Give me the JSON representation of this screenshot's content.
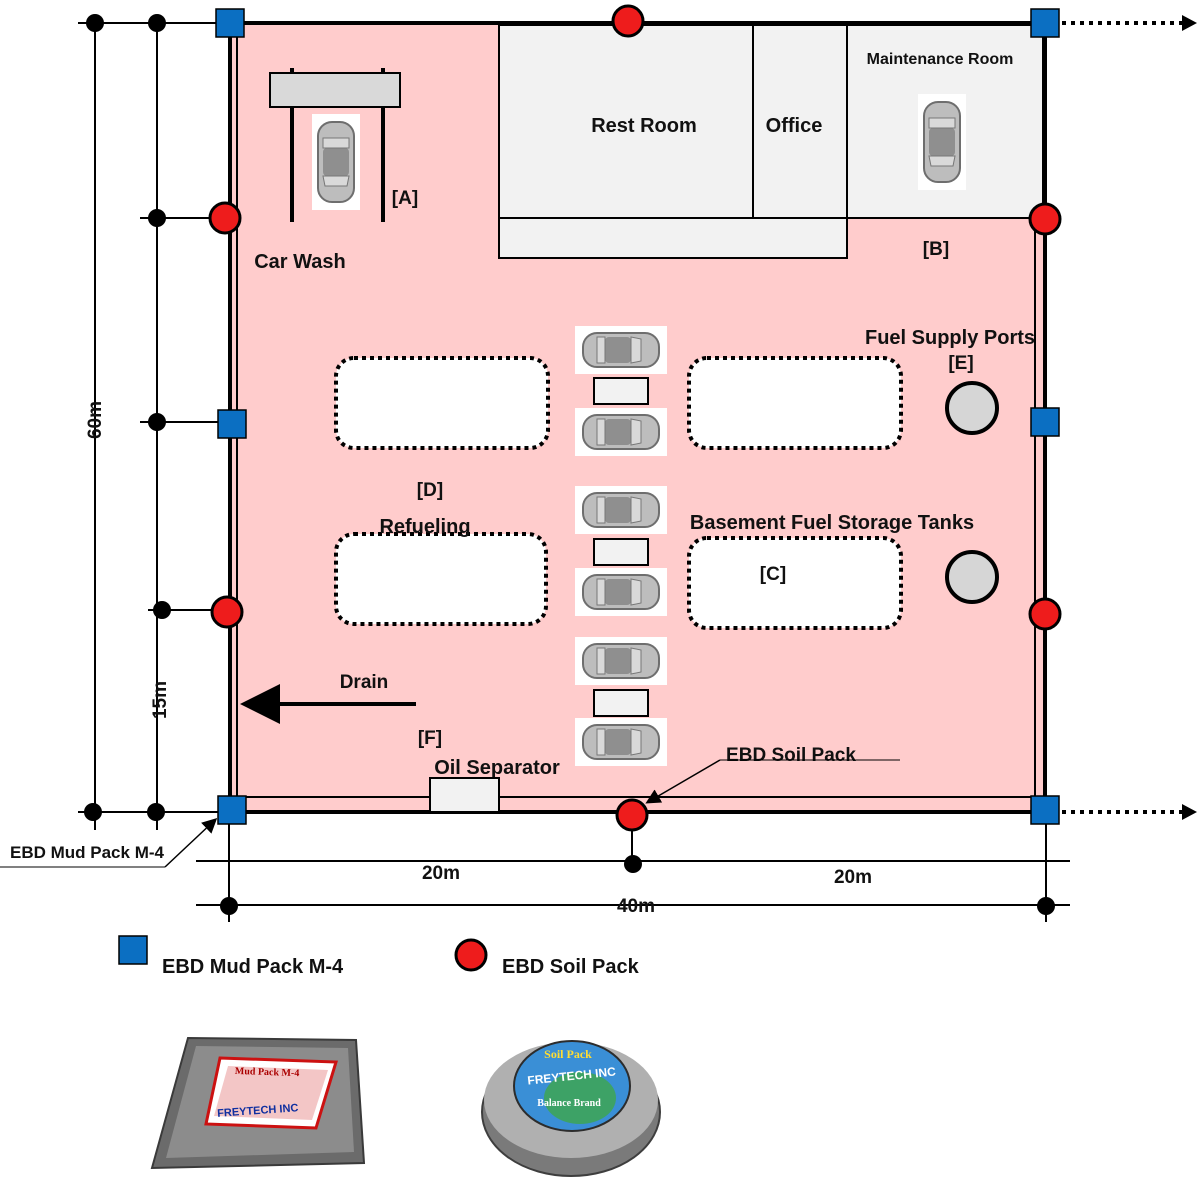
{
  "labels": {
    "car_wash": "Car Wash",
    "a": "[A]",
    "rest_room": "Rest Room",
    "office": "Office",
    "maintenance_room": "Maintenance Room",
    "b": "[B]",
    "fuel_supply_ports": "Fuel Supply Ports",
    "e": "[E]",
    "d": "[D]",
    "refueling": "Refueling",
    "basement_tanks": "Basement Fuel Storage Tanks",
    "c": "[C]",
    "drain": "Drain",
    "f": "[F]",
    "oil_separator": "Oil Separator",
    "ebd_soil_pack_callout": "EBD Soil Pack",
    "ebd_mud_pack_callout": "EBD Mud Pack M-4"
  },
  "dimensions": {
    "height_total": "60m",
    "height_partial": "15m",
    "width_left": "20m",
    "width_right": "20m",
    "width_total": "40m"
  },
  "legend": {
    "mud_pack": "EBD Mud Pack M-4",
    "soil_pack": "EBD Soil Pack"
  },
  "products": {
    "mud_pack_box_text": "Mud Pack M-4",
    "mud_pack_brand": "FREYTECH INC",
    "soil_pack_title": "Soil Pack",
    "soil_pack_brand": "FREYTECH INC",
    "soil_pack_sub": "Balance Brand"
  },
  "colors": {
    "site_fill": "#ffcccc",
    "room_fill": "#f2f2f2",
    "mud_pack_marker": "#0b6fc2",
    "soil_pack_marker": "#ee1c1c",
    "tank_fill": "#d6d6d6"
  }
}
